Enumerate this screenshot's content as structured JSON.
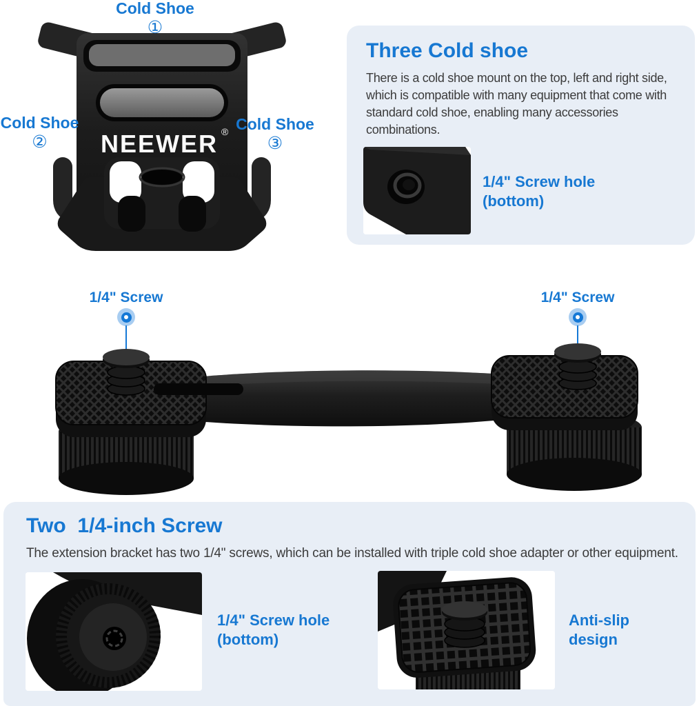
{
  "colors": {
    "accent_blue": "#1778d2",
    "panel_background": "#e8eef6",
    "product_black": "#1b1b1b"
  },
  "product": {
    "brand": "NEEWER",
    "reg_mark": "®"
  },
  "figure_top": {
    "label_top": {
      "text": "Cold Shoe",
      "num": "①"
    },
    "label_left": {
      "text": "Cold Shoe",
      "num": "②"
    },
    "label_right": {
      "text": "Cold Shoe",
      "num": "③"
    }
  },
  "panel_three": {
    "title": "Three Cold shoe",
    "body": "There is a cold shoe mount on the top, left and right side, which is compatible with many equipment that come with standard cold shoe, enabling many accessories combinations.",
    "callout": {
      "line1": "1/4\" Screw hole",
      "line2": "(bottom)"
    }
  },
  "figure_mid": {
    "label_left": "1/4\" Screw",
    "label_right": "1/4\" Screw"
  },
  "panel_two": {
    "title": "Two  1/4-inch Screw",
    "body": "The extension bracket has two 1/4\" screws, which can be installed with triple cold shoe adapter or other equipment.",
    "callout_left": {
      "line1": "1/4\" Screw hole",
      "line2": "(bottom)"
    },
    "callout_right": {
      "line1": "Anti-slip",
      "line2": "design"
    }
  }
}
